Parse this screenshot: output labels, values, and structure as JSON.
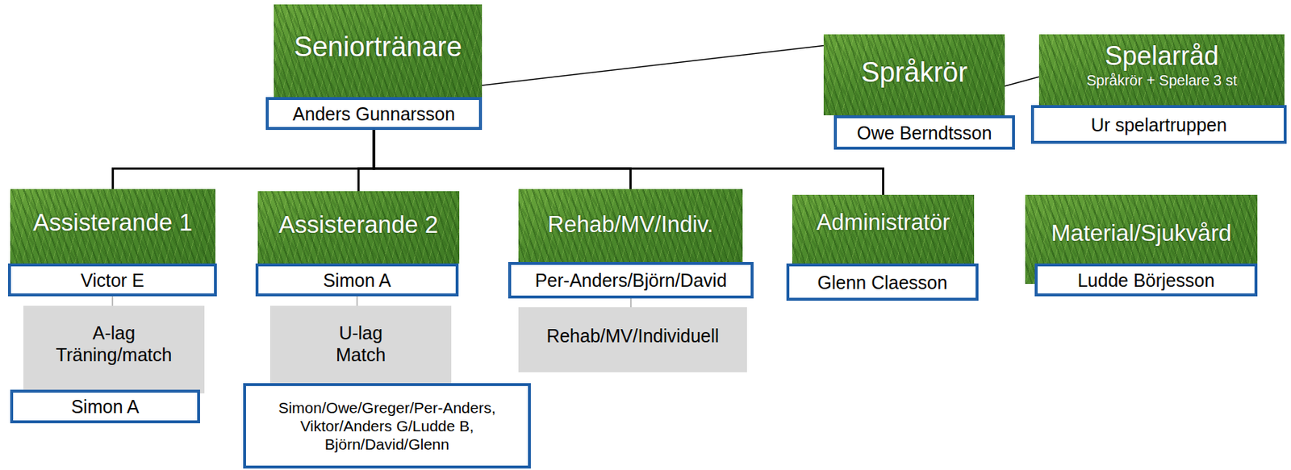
{
  "diagram": {
    "nodes": [
      {
        "text": [
          "Seniortränare"
        ]
      },
      {
        "text": [
          "Anders Gunnarsson"
        ]
      },
      {
        "text": [
          "Språkrör"
        ]
      },
      {
        "text": [
          "Owe Berndtsson"
        ]
      },
      {
        "text": [
          "Spelarråd",
          "Språkrör + Spelare 3 st"
        ]
      },
      {
        "text": [
          "Ur spelartruppen"
        ]
      },
      {
        "text": [
          "Assisterande 1"
        ]
      },
      {
        "text": [
          "Victor E"
        ]
      },
      {
        "text": [
          "Assisterande 2"
        ]
      },
      {
        "text": [
          "Simon A"
        ]
      },
      {
        "text": [
          "Rehab/MV/Indiv."
        ]
      },
      {
        "text": [
          "Per-Anders/Björn/David"
        ]
      },
      {
        "text": [
          "Administratör"
        ]
      },
      {
        "text": [
          "Glenn Claesson"
        ]
      },
      {
        "text": [
          "Material/Sjukvård"
        ]
      },
      {
        "text": [
          "Ludde Börjesson"
        ]
      },
      {
        "text": [
          "A-lag Träning/match"
        ]
      },
      {
        "text": [
          "Simon A"
        ]
      },
      {
        "text": [
          "U-lag Match"
        ]
      },
      {
        "text": [
          "Simon/Owe/Greger/Per-Anders, Viktor/Anders G/Ludde B, Björn/David/Glenn"
        ]
      },
      {
        "text": [
          "Rehab/MV/Individuell"
        ]
      }
    ],
    "edges": [
      {
        "from": 1,
        "to": 6,
        "arrow": "none"
      },
      {
        "from": 1,
        "to": 8,
        "arrow": "none"
      },
      {
        "from": 1,
        "to": 10,
        "arrow": "none"
      },
      {
        "from": 1,
        "to": 12,
        "arrow": "none"
      },
      {
        "from": 0,
        "to": 2,
        "arrow": "none"
      },
      {
        "from": 2,
        "to": 4,
        "arrow": "none"
      },
      {
        "from": 7,
        "to": 16,
        "arrow": "none"
      },
      {
        "from": 9,
        "to": 18,
        "arrow": "none"
      },
      {
        "from": 11,
        "to": 20,
        "arrow": "none"
      }
    ]
  }
}
